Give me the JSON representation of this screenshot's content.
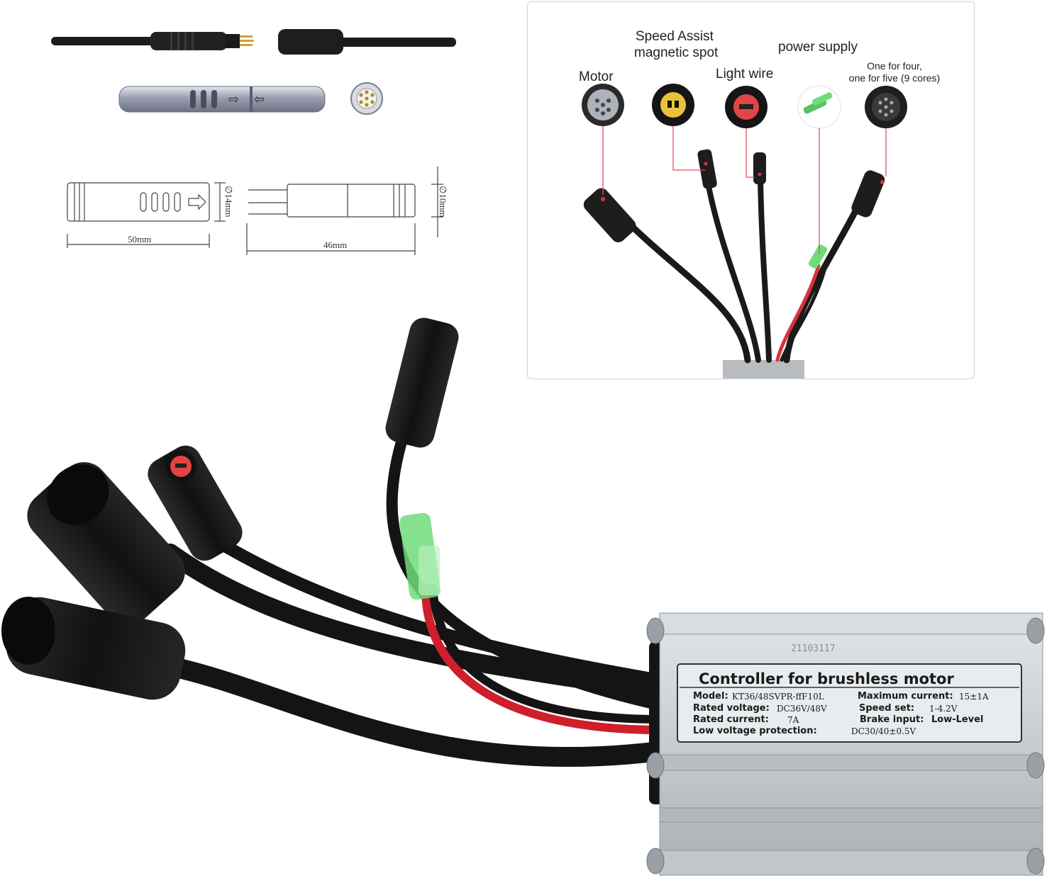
{
  "dimensions": {
    "diameter_14": "∅14mm",
    "length_50": "50mm",
    "diameter_10": "∅10mm",
    "length_46": "46mm"
  },
  "callouts": {
    "motor": "Motor",
    "speed_assist_line1": "Speed Assist",
    "speed_assist_line2": "magnetic spot",
    "light_wire": "Light wire",
    "power_supply": "power supply",
    "nine_core_line1": "One for four,",
    "nine_core_line2": "one for five (9 cores)"
  },
  "controller": {
    "title": "Controller for brushless motor",
    "stamp": "21103117",
    "model_label": "Model:",
    "model_value": "KT36/48SVPR-ffF10L",
    "max_current_label": "Maximum current:",
    "max_current_value": "15±1A",
    "rated_voltage_label": "Rated voltage:",
    "rated_voltage_value": "DC36V/48V",
    "speed_set_label": "Speed set:",
    "speed_set_value": "1-4.2V",
    "rated_current_label": "Rated current:",
    "rated_current_value": "7A",
    "brake_input_label": "Brake input:",
    "brake_input_value": "Low-Level",
    "low_voltage_label": "Low voltage protection:",
    "low_voltage_value": "DC30/40±0.5V"
  },
  "colors": {
    "cable": "#141414",
    "accent_red": "#d8333a",
    "callout_line": "#e0525a",
    "aluminum": "#c9cdd1",
    "connector_green": "#6fdc7a"
  }
}
